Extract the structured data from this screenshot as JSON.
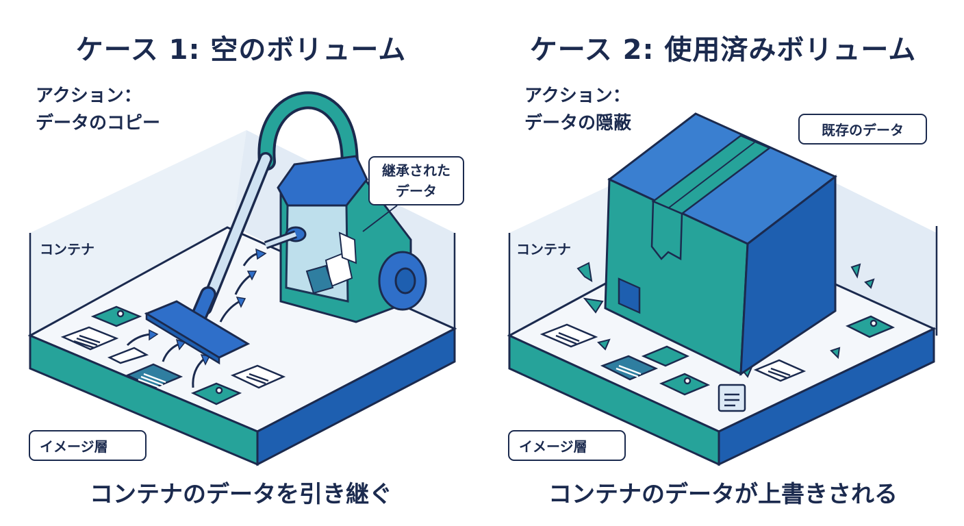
{
  "case1": {
    "title": "ケース 1: 空のボリューム",
    "action_line1": "アクション：",
    "action_line2": "データのコピー",
    "container_label": "コンテナ",
    "inherited_label_line1": "継承された",
    "inherited_label_line2": "データ",
    "image_layer_label": "イメージ層",
    "caption": "コンテナのデータを引き継ぐ"
  },
  "case2": {
    "title": "ケース 2: 使用済みボリューム",
    "action_line1": "アクション：",
    "action_line2": "データの隠蔽",
    "existing_data_label": "既存のデータ",
    "container_label": "コンテナ",
    "image_layer_label": "イメージ層",
    "caption": "コンテナのデータが上書きされる"
  },
  "colors": {
    "navy": "#1b2a4e",
    "blue": "#2f6fc9",
    "teal": "#26a39a",
    "light_panel": "#e6eff7",
    "floor": "#f4f7fb"
  },
  "icons": [
    "vacuum-cleaner-icon",
    "document-icon",
    "image-icon",
    "cardboard-box-icon",
    "arrow-icon"
  ]
}
